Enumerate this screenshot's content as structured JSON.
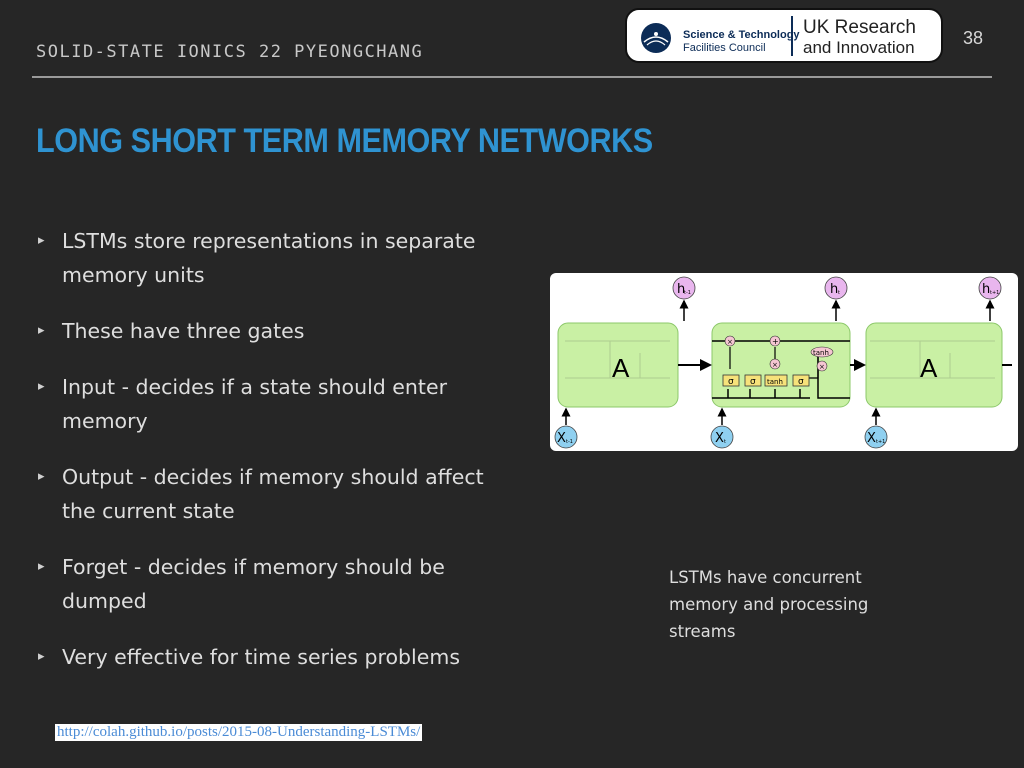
{
  "header": {
    "conference": "SOLID-STATE IONICS 22 PYEONGCHANG",
    "page_number": "38",
    "logo": {
      "org1_line1": "Science & Technology",
      "org1_line2": "Facilities Council",
      "org2_line1": "UK Research",
      "org2_line2": "and Innovation"
    }
  },
  "title": "LONG SHORT TERM MEMORY NETWORKS",
  "bullets": [
    "LSTMs store representations in separate memory units",
    "These have three gates",
    "Input - decides if a state should enter memory",
    "Output - decides if memory should affect the current state",
    "Forget - decides if memory should be dumped",
    "Very effective for time series problems"
  ],
  "diagram": {
    "cell_label": "A",
    "outputs": [
      "h",
      "h",
      "h"
    ],
    "output_subscripts": [
      "t-1",
      "t",
      "t+1"
    ],
    "inputs": [
      "X",
      "X",
      "X"
    ],
    "input_subscripts": [
      "t-1",
      "t",
      "t+1"
    ],
    "gates": [
      "σ",
      "σ",
      "tanh",
      "σ"
    ],
    "ops": [
      "×",
      "+",
      "×",
      "×"
    ],
    "tanh_label": "tanh",
    "colors": {
      "cell": "#c9f0a4",
      "gate": "#f6e27a",
      "node": "#e9b6ee",
      "op": "#f5c6d2"
    }
  },
  "caption": "LSTMs have concurrent memory and processing streams",
  "source_link": "http://colah.github.io/posts/2015-08-Understanding-LSTMs/"
}
